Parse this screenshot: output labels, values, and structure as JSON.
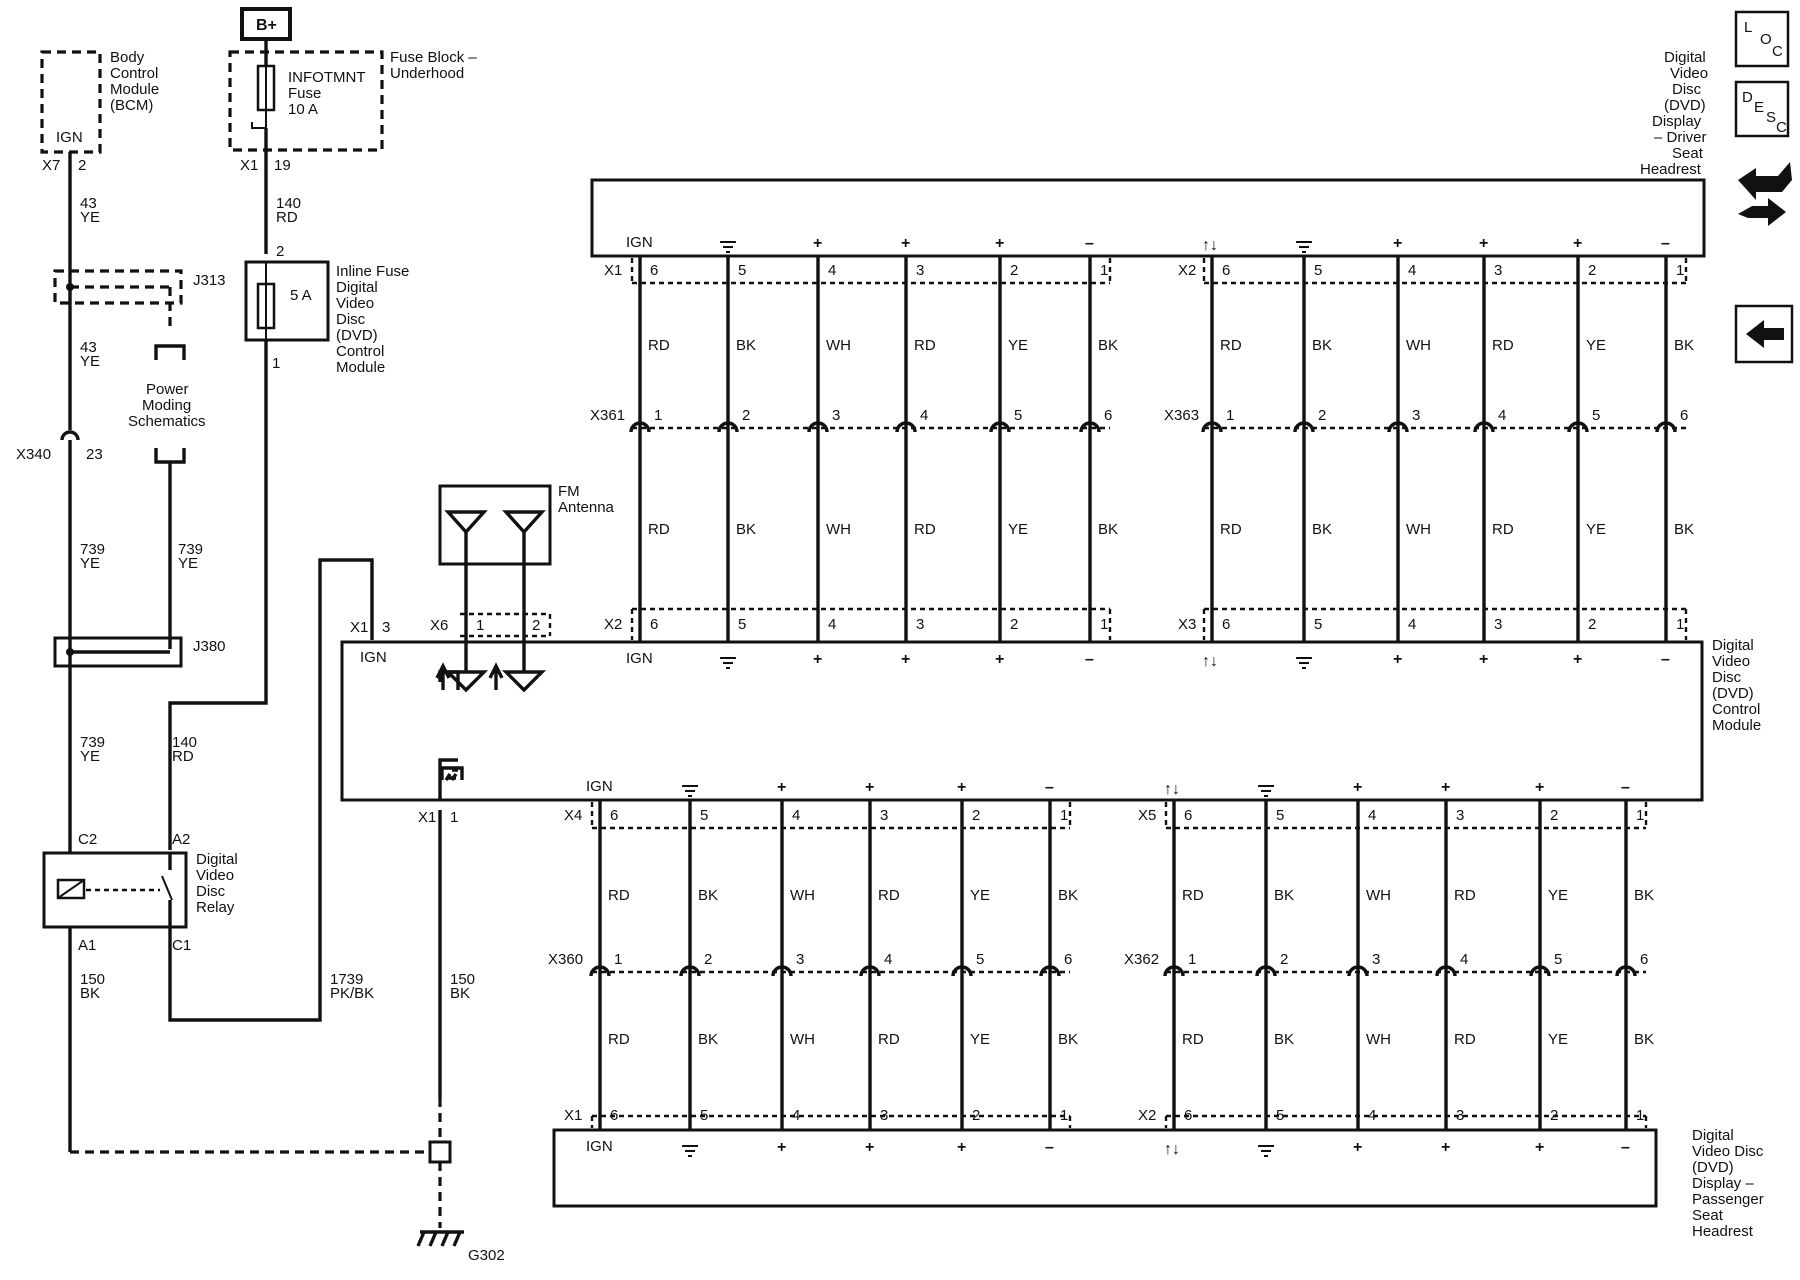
{
  "bplus": "B+",
  "bcm": {
    "lines": [
      "Body",
      "Control",
      "Module",
      "(BCM)"
    ],
    "ign": "IGN",
    "conn": "X7",
    "pin": "2"
  },
  "fuse_block": {
    "lines": [
      "Fuse Block –",
      "Underhood"
    ],
    "fuse_lines": [
      "INFOTMNT",
      "Fuse",
      "10 A"
    ],
    "conn": "X1",
    "pin": "19"
  },
  "wire_43_top": [
    "43",
    "YE"
  ],
  "wire_140_top": [
    "140",
    "RD"
  ],
  "j313": "J313",
  "wire_43_mid": [
    "43",
    "YE"
  ],
  "power_moding": [
    "Power",
    "Moding",
    "Schematics"
  ],
  "x340": {
    "conn": "X340",
    "pin": "23"
  },
  "inline_fuse": {
    "pin_top": "2",
    "pin_bottom": "1",
    "rating": "5 A",
    "lines": [
      "Inline Fuse",
      "Digital",
      "Video",
      "Disc",
      "(DVD)",
      "Control",
      "Module"
    ]
  },
  "wire_739_left": [
    "739",
    "YE"
  ],
  "wire_739_right": [
    "739",
    "YE"
  ],
  "j380": "J380",
  "wire_739_low": [
    "739",
    "YE"
  ],
  "wire_140_low": [
    "140",
    "RD"
  ],
  "relay": {
    "c2": "C2",
    "a2": "A2",
    "a1": "A1",
    "c1": "C1",
    "lines": [
      "Digital",
      "Video",
      "Disc",
      "Relay"
    ]
  },
  "wire_150_left": [
    "150",
    "BK"
  ],
  "wire_1739": [
    "1739",
    "PK/BK"
  ],
  "wire_150_mid": [
    "150",
    "BK"
  ],
  "g302": "G302",
  "fm_antenna": [
    "FM",
    "Antenna"
  ],
  "x6": {
    "conn": "X6",
    "pins": [
      "1",
      "2"
    ]
  },
  "control_module": {
    "lines": [
      "Digital",
      "Video",
      "Disc",
      "(DVD)",
      "Control",
      "Module"
    ],
    "x1_top_conn": "X1",
    "x1_top_pin": "3",
    "ign_left": "IGN",
    "x1_bottom_conn": "X1",
    "x1_bottom_pin": "1"
  },
  "driver_display": {
    "lines": [
      "Digital",
      "Video",
      "Disc",
      "(DVD)",
      "Display",
      "– Driver",
      "Seat",
      "Headrest"
    ]
  },
  "passenger_display": {
    "lines": [
      "Digital",
      "Video Disc",
      "(DVD)",
      "Display –",
      "Passenger",
      "Seat",
      "Headrest"
    ]
  },
  "symbols": [
    "IGN",
    "GND",
    "+",
    "+",
    "+",
    "–"
  ],
  "symbols_data": [
    "↑↓",
    "GND",
    "+",
    "+",
    "+",
    "–"
  ],
  "pins_desc": [
    "6",
    "5",
    "4",
    "3",
    "2",
    "1"
  ],
  "pins_asc": [
    "1",
    "2",
    "3",
    "4",
    "5",
    "6"
  ],
  "colors": [
    "RD",
    "BK",
    "WH",
    "RD",
    "YE",
    "BK"
  ],
  "connectors": {
    "top_left": {
      "upper": "X1",
      "inline": "X361",
      "lower": "X2"
    },
    "top_right": {
      "upper": "X2",
      "inline": "X363",
      "lower": "X3"
    },
    "bottom_left": {
      "upper": "X4",
      "inline": "X360",
      "lower": "X1"
    },
    "bottom_right": {
      "upper": "X5",
      "inline": "X362",
      "lower": "X2"
    }
  },
  "nav": {
    "loc": [
      "L",
      "O",
      "C"
    ],
    "desc": [
      "D",
      "E",
      "S",
      "C"
    ],
    "connector_icon": "connector-hand-icon",
    "back_icon": "back-arrow-icon"
  }
}
